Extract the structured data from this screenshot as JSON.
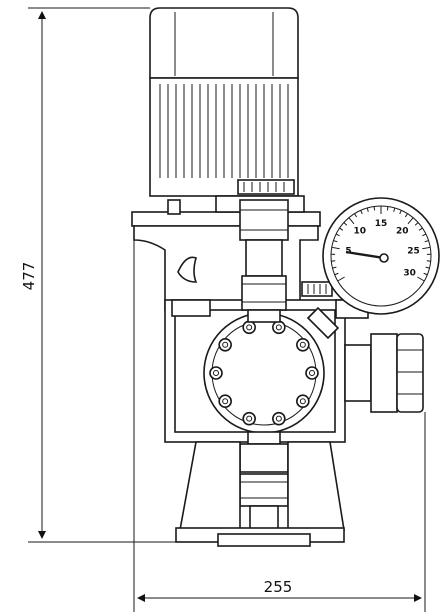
{
  "dimensions": {
    "height": "477",
    "width": "255"
  },
  "gauge": {
    "ticks": [
      "5",
      "10",
      "15",
      "20",
      "25",
      "30"
    ]
  }
}
